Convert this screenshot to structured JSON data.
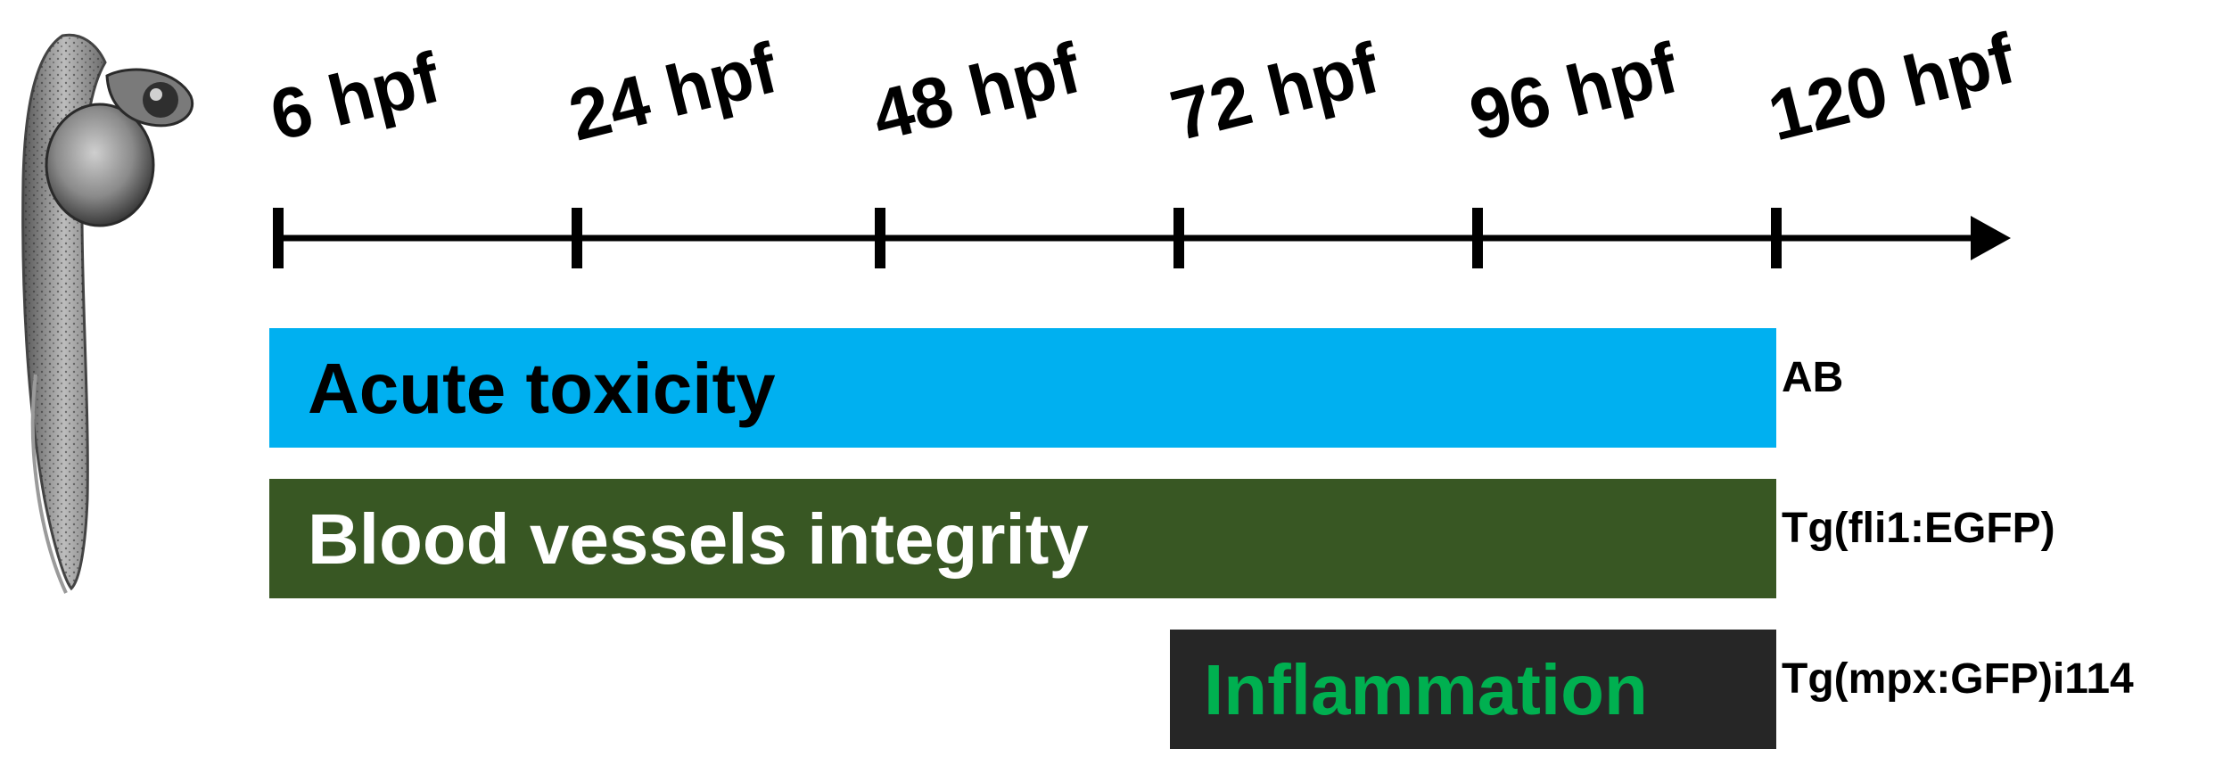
{
  "timeline": {
    "ticks": [
      "6 hpf",
      "24 hpf",
      "48 hpf",
      "72 hpf",
      "96 hpf",
      "120 hpf"
    ]
  },
  "assays": [
    {
      "label": "Acute toxicity",
      "strain": "AB",
      "start_hpf": "6 hpf",
      "end_hpf": "120 hpf",
      "fill": "#00b0f0",
      "text_color": "#000000"
    },
    {
      "label": "Blood vessels integrity",
      "strain": "Tg(fli1:EGFP)",
      "start_hpf": "6 hpf",
      "end_hpf": "120 hpf",
      "fill": "#385723",
      "text_color": "#ffffff"
    },
    {
      "label": "Inflammation",
      "strain": "Tg(mpx:GFP)i114",
      "start_hpf": "72 hpf",
      "end_hpf": "120 hpf",
      "fill": "#262626",
      "text_color": "#00b050"
    }
  ],
  "embryo": {
    "icon": "zebrafish-embryo-icon"
  }
}
